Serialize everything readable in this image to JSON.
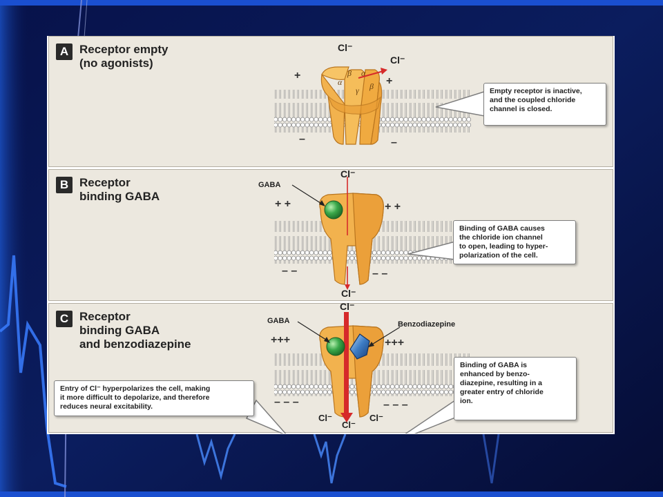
{
  "panels": {
    "a": {
      "badge": "A",
      "title": "Receptor empty\n(no agonists)",
      "cl_top": "Cl⁻",
      "cl_right": "Cl⁻",
      "subunits": [
        "α",
        "β",
        "α",
        "γ",
        "β"
      ],
      "charge_top_left": "+",
      "charge_top_right": "+",
      "charge_bottom_left": "–",
      "charge_bottom_right": "–",
      "callout": "Empty receptor is inactive,\nand the coupled chloride\nchannel is closed."
    },
    "b": {
      "badge": "B",
      "title": "Receptor\nbinding GABA",
      "gaba_label": "GABA",
      "cl_top": "Cl⁻",
      "cl_bottom": "Cl⁻",
      "charge_top_left": "+ +",
      "charge_top_right": "+ +",
      "charge_bottom_left": "– –",
      "charge_bottom_right": "– –",
      "callout": "Binding of GABA causes\nthe chloride ion channel\nto open, leading to hyper-\npolarization of the cell."
    },
    "c": {
      "badge": "C",
      "title": "Receptor\nbinding GABA\nand benzodiazepine",
      "gaba_label": "GABA",
      "benzo_label": "Benzodiazepine",
      "cl_top": "Cl⁻",
      "cl_bottom_left": "Cl⁻",
      "cl_bottom_center": "Cl⁻",
      "cl_bottom_right": "Cl⁻",
      "charge_top_left": "+++",
      "charge_top_right": "+++",
      "charge_bottom_left": "– – –",
      "charge_bottom_right": "– – –",
      "callout_left": "Entry of Cl⁻ hyperpolarizes the cell, making\nit more difficult to depolarize, and therefore\nreduces neural excitability.",
      "callout_right": "Binding of GABA is\nenhanced by benzo-\ndiazepine, resulting in a\ngreater entry of chloride\nion."
    }
  },
  "colors": {
    "background": "#0a1850",
    "panel": "#ece8df",
    "receptor": "#f2b24e",
    "arrow": "#d62a2a",
    "gaba": "#3aa84a",
    "benzo": "#3c7cc4"
  }
}
